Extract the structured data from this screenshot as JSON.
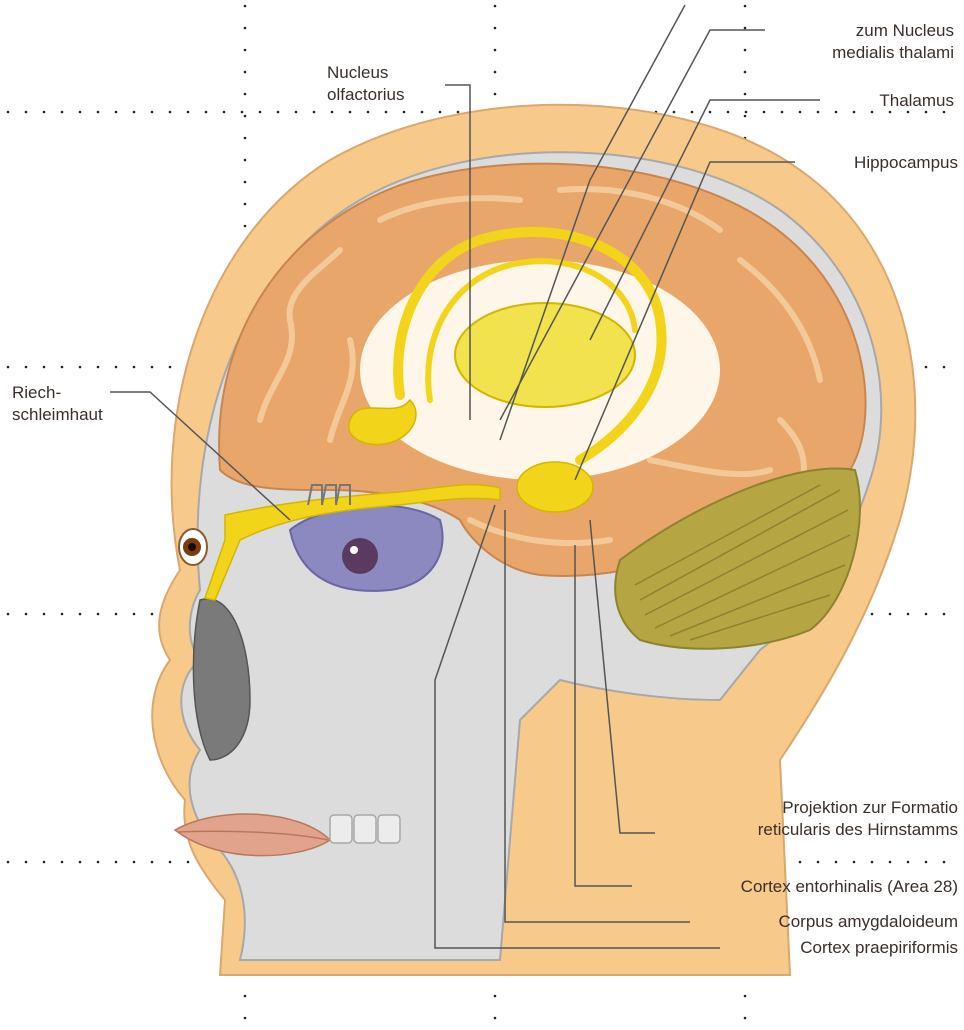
{
  "diagram": {
    "labels": {
      "nucleus_olfactorius": "Nucleus olfactorius",
      "zum_nucleus": "zum Nucleus medialis thalami",
      "thalamus": "Thalamus",
      "hippocampus": "Hippocampus",
      "riechschleimhaut": "Riech-schleimhaut",
      "projektion": "Projektion zur Formatio reticularis des Hirnstamms",
      "cortex_entorhinalis": "Cortex entorhinalis (Area 28)",
      "corpus_amygdaloideum": "Corpus amygdaloideum",
      "cortex_praepiriformis": "Cortex praepiriformis"
    },
    "label_lines": {
      "nucleus_olfactorius": [
        "Nucleus",
        "olfactorius"
      ],
      "zum_nucleus": [
        "zum Nucleus",
        "medialis thalami"
      ],
      "riechschleimhaut": [
        "Riech-",
        "schleimhaut"
      ],
      "projektion": [
        "Projektion zur Formatio",
        "reticularis des Hirnstamms"
      ]
    },
    "colors": {
      "skin": "#f7c98a",
      "skull": "#d9d9d9",
      "brain": "#e8a66a",
      "olfactory_pathway": "#f2d51a",
      "cerebellum": "#b5a643",
      "leader_line": "#555555",
      "grid_dots": "#222222"
    }
  }
}
